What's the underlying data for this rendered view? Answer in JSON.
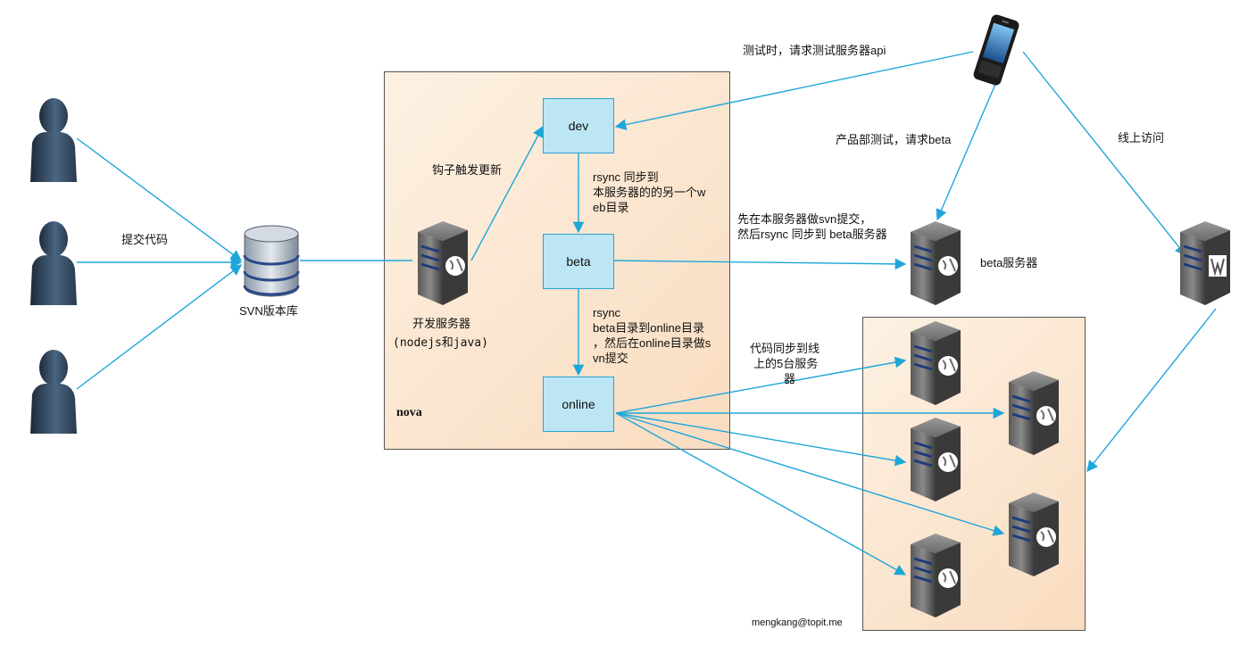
{
  "colors": {
    "arrow": "#1ea6d9",
    "node_fill": "#bde6f5",
    "region_fill": "#fbe6d0"
  },
  "nodes": {
    "dev": "dev",
    "beta": "beta",
    "online": "online"
  },
  "regions": {
    "nova": "nova"
  },
  "labels": {
    "commit_code": "提交代码",
    "svn_repo": "SVN版本库",
    "hook_trigger": "钩子触发更新",
    "dev_server": "开发服务器",
    "dev_server_tech": "(nodejs和java)",
    "rsync_dev_beta_1": "rsync 同步到",
    "rsync_dev_beta_2": "本服务器的的另一个w",
    "rsync_dev_beta_3": "eb目录",
    "rsync_beta_online_1": "rsync",
    "rsync_beta_online_2": "beta目录到online目录",
    "rsync_beta_online_3": "，然后在online目录做s",
    "rsync_beta_online_4": "vn提交",
    "test_request": "测试时，请求测试服务器api",
    "product_test": "产品部测试，请求beta",
    "online_access": "线上访问",
    "svn_commit_rsync_1": "先在本服务器做svn提交，",
    "svn_commit_rsync_2": "然后rsync 同步到 beta服务器",
    "beta_server": "beta服务器",
    "code_sync_1": "代码同步到线",
    "code_sync_2": "上的5台服务",
    "code_sync_3": "器",
    "credit": "mengkang@topit.me"
  },
  "icons": [
    "user-icon",
    "database-icon",
    "server-icon",
    "mobile-phone-icon",
    "web-server-icon"
  ]
}
